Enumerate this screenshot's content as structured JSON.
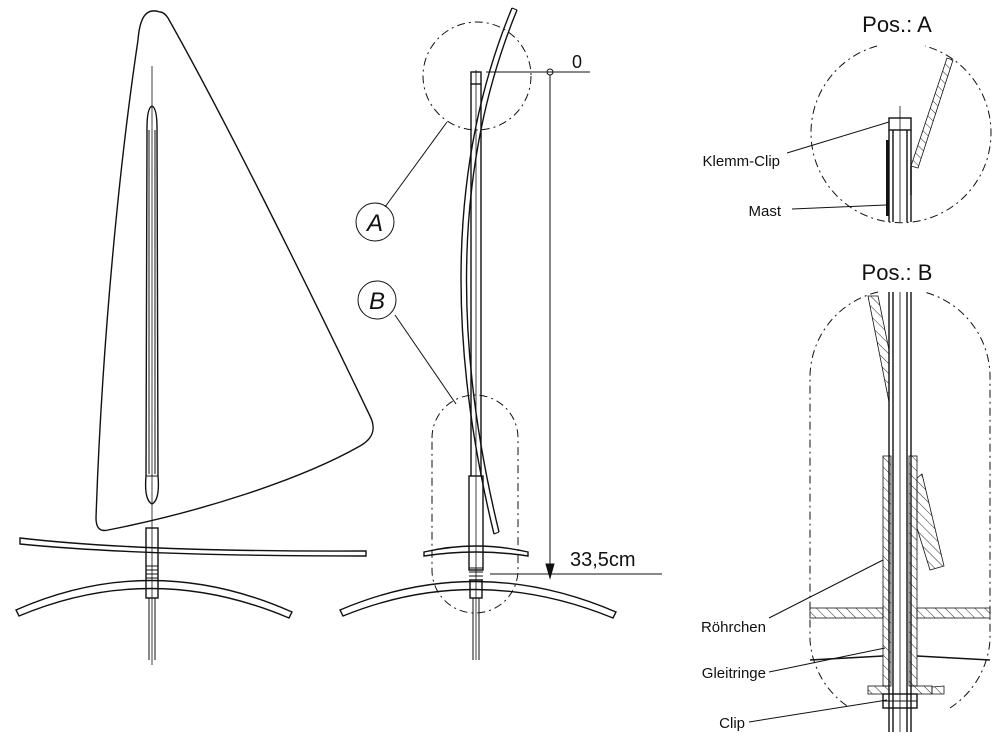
{
  "labels": {
    "callout_a": "A",
    "callout_b": "B",
    "dim_top": "0",
    "dim_bottom": "33,5cm",
    "pos_a_title": "Pos.: A",
    "pos_b_title": "Pos.: B",
    "klemm_clip": "Klemm-Clip",
    "mast": "Mast",
    "roehrchen": "Röhrchen",
    "gleitringe": "Gleitringe",
    "clip": "Clip"
  },
  "colors": {
    "ink": "#111111",
    "background": "#ffffff"
  }
}
